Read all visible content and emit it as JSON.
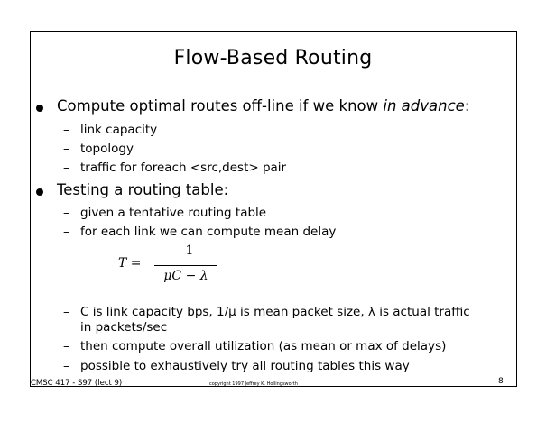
{
  "slide": {
    "title": "Flow-Based Routing",
    "bullets": [
      {
        "prefix": "Compute optimal routes off-line if we know ",
        "emph": "in advance",
        "suffix": ":",
        "subitems": [
          "link capacity",
          "topology",
          "traffic for foreach <src,dest> pair"
        ]
      },
      {
        "text": "Testing a routing table:",
        "subitems": [
          "given a tentative routing table",
          "for each link we can compute mean delay"
        ]
      }
    ],
    "formula": {
      "lhs": "T =",
      "numerator": "1",
      "denominator": "μC − λ"
    },
    "more_subitems": [
      "C is link capacity bps, 1/μ is mean packet size, λ is actual traffic",
      "in packets/sec",
      "then compute overall utilization (as mean or max of delays)",
      "possible to exhaustively try all routing tables this way"
    ],
    "dash": "–"
  },
  "footer": {
    "course": "CMSC 417 - S97  (lect 9)",
    "copyright": "copyright 1997 Jeffrey K. Hollingsworth",
    "page": "8"
  }
}
